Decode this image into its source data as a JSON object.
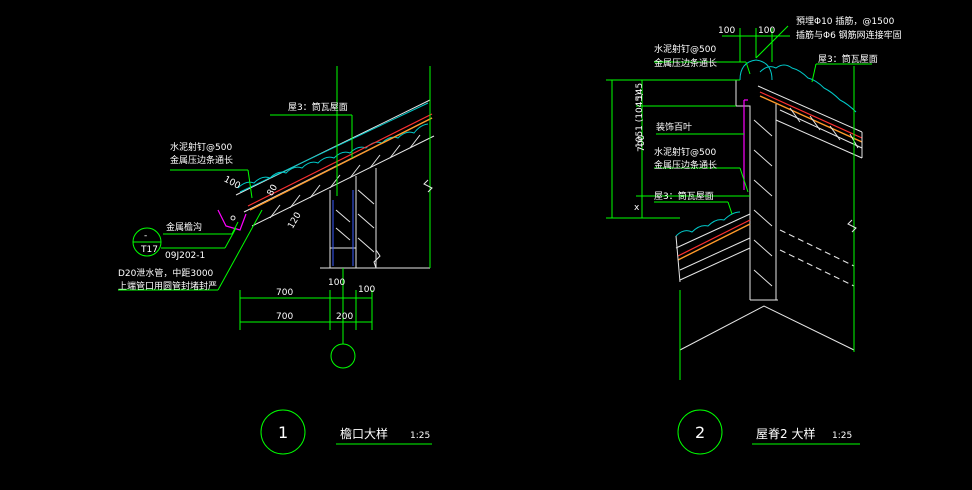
{
  "detail1": {
    "labels": {
      "roof": "屋3：筒瓦屋面",
      "nail_line1": "水泥射钉@500",
      "nail_line2": "金属压边条通长",
      "gutter": "金属檐沟",
      "pipe_line1": "D20泄水管，中距3000",
      "pipe_line2": "上端管口用圆管封堵封严",
      "ref_code": "09J202-1",
      "ref_sheet": "T17",
      "ref_top": "-"
    },
    "dims": {
      "d100a": "100",
      "d80": "80",
      "d120": "120",
      "d100b": "100",
      "d100c": "100",
      "d700a": "700",
      "d700b": "700",
      "d200": "200"
    },
    "title": "檐口大样",
    "scale": "1:25",
    "number": "1"
  },
  "detail2": {
    "labels": {
      "ridge_line1": "預埋Φ10 插筋，@1500",
      "ridge_line2": "插筋与Φ6 钢筋网连接牢固",
      "nail_line1": "水泥射钉@500",
      "nail_line2": "金属压边条通长",
      "roof_top": "屋3：筒瓦屋面",
      "louver": "装饰百叶",
      "nail2_line1": "水泥射钉@500",
      "nail2_line2": "金属压边条通长",
      "roof_bottom": "屋3：筒瓦屋面"
    },
    "dims": {
      "d100a": "100",
      "d100b": "100",
      "d145": "145",
      "d700": "700",
      "dx": "x",
      "dtotal": "1051 (1045)"
    },
    "title": "屋脊2 大样",
    "scale": "1:25",
    "number": "2"
  },
  "colors": {
    "green": "#00ff00",
    "cyan": "#00c8c8",
    "red": "#ff3030",
    "orange": "#ff9a2a",
    "magenta": "#ff00ff",
    "blue": "#3a5cff",
    "white": "#e6e6e6"
  }
}
